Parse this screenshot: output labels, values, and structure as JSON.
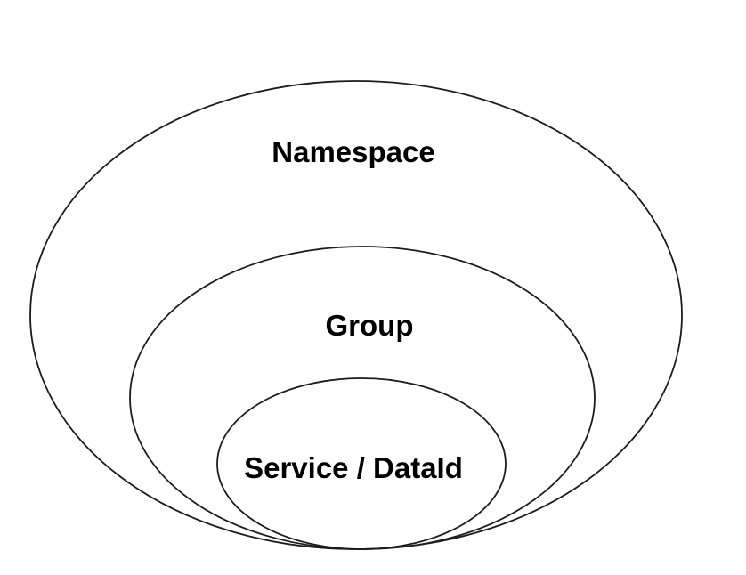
{
  "diagram": {
    "type": "nested-containment-diagram",
    "levels": [
      {
        "label": "Namespace"
      },
      {
        "label": "Group"
      },
      {
        "label": "Service / DataId"
      }
    ],
    "colors": {
      "stroke": "#1c1c1c",
      "text": "#000000",
      "background": "#ffffff"
    }
  }
}
